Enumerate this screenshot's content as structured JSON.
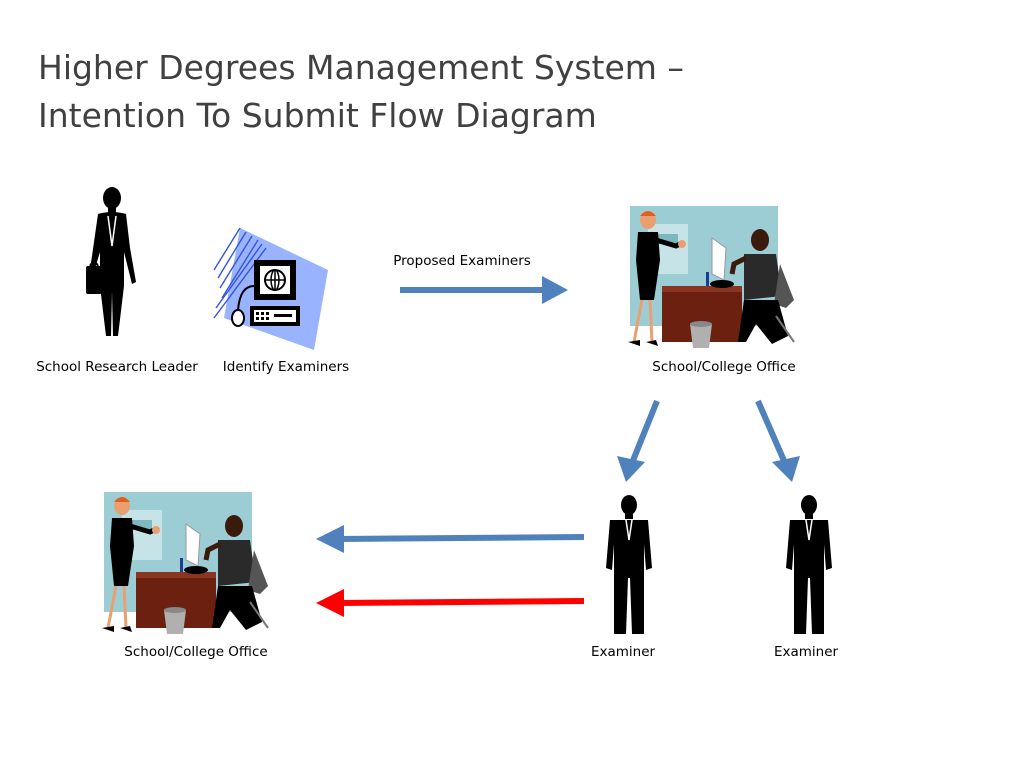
{
  "title": {
    "line1": "Higher Degrees Management System –",
    "line2": "Intention To Submit Flow Diagram"
  },
  "nodes": {
    "leader": "School Research Leader",
    "identify": "Identify Examiners",
    "office_top": "School/College Office",
    "office_bottom": "School/College Office",
    "examiner1": "Examiner",
    "examiner2": "Examiner"
  },
  "edges": {
    "proposed": "Proposed Examiners"
  },
  "colors": {
    "arrow_blue": "#4f81bd",
    "arrow_red": "#ff0000",
    "title": "#404040"
  }
}
